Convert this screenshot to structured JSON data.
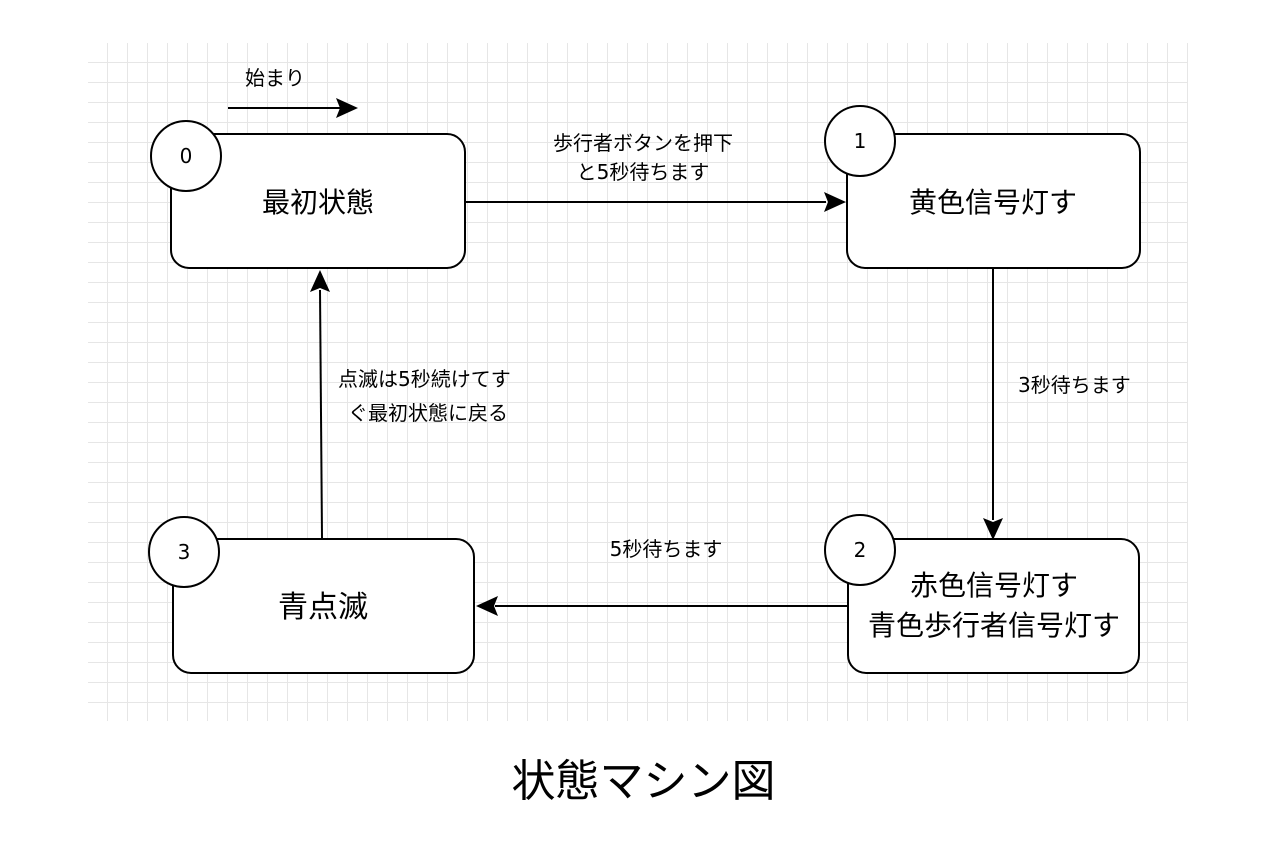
{
  "caption": "状態マシン図",
  "start_label": "始まり",
  "states": [
    {
      "badge": "0",
      "lines": [
        "最初状態"
      ]
    },
    {
      "badge": "1",
      "lines": [
        "黄色信号灯す"
      ]
    },
    {
      "badge": "2",
      "lines": [
        "赤色信号灯す",
        "青色歩行者信号灯す"
      ]
    },
    {
      "badge": "3",
      "lines": [
        "青点滅"
      ]
    }
  ],
  "transitions": [
    {
      "from": "0",
      "to": "1",
      "lines": [
        "歩行者ボタンを押下",
        "と5秒待ちます"
      ]
    },
    {
      "from": "1",
      "to": "2",
      "lines": [
        "3秒待ちます"
      ]
    },
    {
      "from": "2",
      "to": "3",
      "lines": [
        "5秒待ちます"
      ]
    },
    {
      "from": "3",
      "to": "0",
      "lines": [
        "点滅は5秒続けてす",
        "ぐ最初状態に戻る"
      ]
    }
  ],
  "colors": {
    "grid": "#e6e6e6",
    "stroke": "#000000",
    "background": "#ffffff"
  }
}
